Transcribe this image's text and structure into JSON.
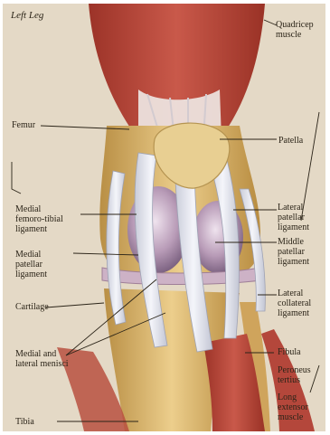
{
  "title": "Left Leg",
  "labels": {
    "quadriceps": "Quadricep\nmuscle",
    "femur": "Femur",
    "patella": "Patella",
    "medial_femoro_tibial": "Medial\nfemoro-tibial\nligament",
    "lateral_patellar": "Lateral\npatellar\nligament",
    "medial_patellar": "Medial\npatellar\nligament",
    "middle_patellar": "Middle\npatellar\nligament",
    "cartilage": "Cartilage",
    "lateral_collateral": "Lateral\ncollateral\nligament",
    "menisci": "Medial and\nlateral menisci",
    "fibula": "Fibula",
    "peroneus": "Peroneus\ntertius",
    "tibia": "Tibia",
    "long_extensor": "Long\nextensor\nmuscle"
  },
  "colors": {
    "background": "#e4d9c6",
    "muscle": "#b9473a",
    "bone": "#e2c07a",
    "ligament": "#dfe1ea",
    "cartilage": "#b7a3b9",
    "leader": "#2b2418"
  }
}
